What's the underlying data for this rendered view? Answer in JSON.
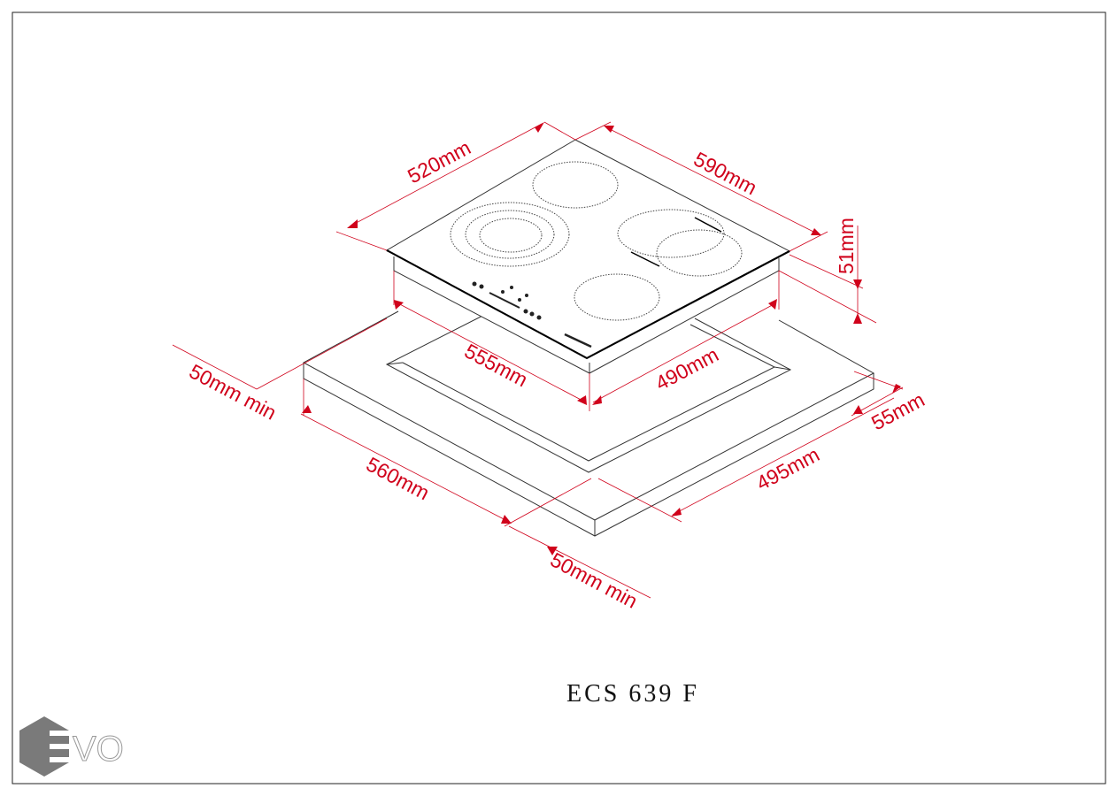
{
  "dimensions": {
    "hob_width": "520mm",
    "hob_depth": "590mm",
    "hob_height": "51mm",
    "cutout_width": "555mm",
    "cutout_depth": "490mm",
    "side_clearance": "50mm min",
    "front_clearance": "50mm min",
    "counter_width": "560mm",
    "counter_depth": "495mm",
    "rear_clearance": "55mm"
  },
  "model": "ECS 639 F",
  "logo_text": "EVO",
  "colors": {
    "dimension": "#d0021b",
    "outline": "#333333",
    "logo": "#7a7a7a"
  }
}
